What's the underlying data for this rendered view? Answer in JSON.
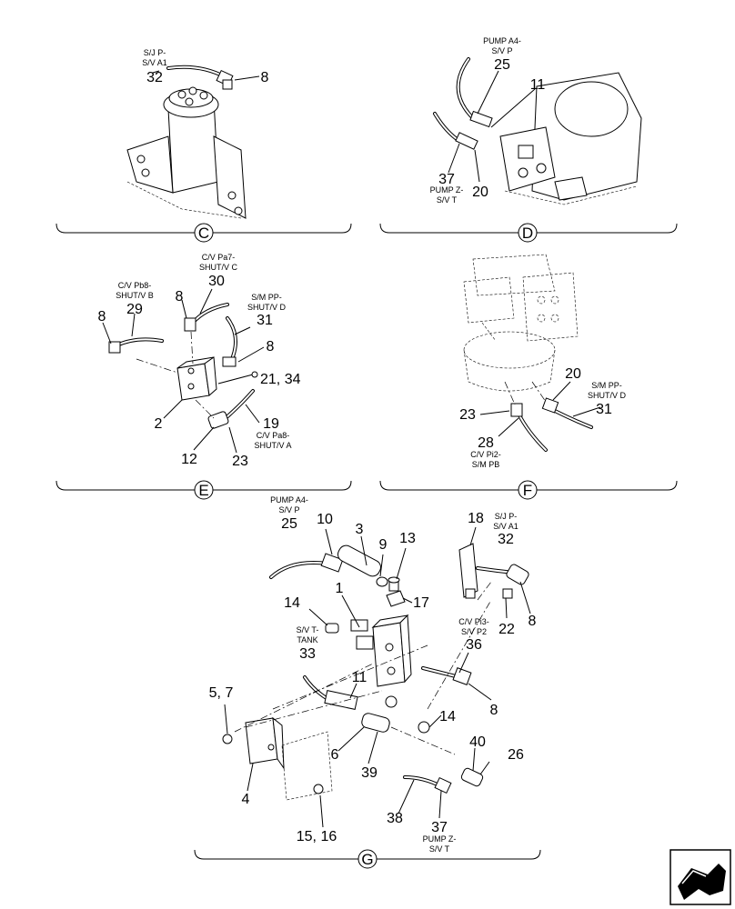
{
  "sections": {
    "C": {
      "letter": "C"
    },
    "D": {
      "letter": "D"
    },
    "E": {
      "letter": "E"
    },
    "F": {
      "letter": "F"
    },
    "G": {
      "letter": "G"
    }
  },
  "C": {
    "hose_label_1": "S/J P-",
    "hose_label_2": "S/V A1",
    "callout_32": "32",
    "callout_8": "8"
  },
  "D": {
    "top_label_1": "PUMP A4-",
    "top_label_2": "S/V P",
    "callout_25": "25",
    "callout_11": "11",
    "callout_37": "37",
    "bottom_label_1": "PUMP Z-",
    "bottom_label_2": "S/V T",
    "callout_20": "20"
  },
  "E": {
    "label_pa7_1": "C/V Pa7-",
    "label_pa7_2": "SHUT/V C",
    "callout_30": "30",
    "label_pb8_1": "C/V Pb8-",
    "label_pb8_2": "SHUT/V B",
    "callout_29": "29",
    "callout_8a": "8",
    "callout_8b": "8",
    "callout_8c": "8",
    "label_pp_1": "S/M PP-",
    "label_pp_2": "SHUT/V D",
    "callout_31": "31",
    "callout_21_34": "21, 34",
    "callout_2": "2",
    "callout_19": "19",
    "label_pa8_1": "C/V Pa8-",
    "label_pa8_2": "SHUT/V A",
    "callout_12": "12",
    "callout_23": "23"
  },
  "F": {
    "callout_20": "20",
    "label_pp_1": "S/M PP-",
    "label_pp_2": "SHUT/V D",
    "callout_31": "31",
    "callout_23": "23",
    "callout_28": "28",
    "label_pi2_1": "C/V Pi2-",
    "label_pi2_2": "S/M PB"
  },
  "G": {
    "label_a4_1": "PUMP A4-",
    "label_a4_2": "S/V P",
    "callout_25": "25",
    "callout_10": "10",
    "callout_3": "3",
    "callout_9": "9",
    "callout_13": "13",
    "callout_18": "18",
    "label_sj_1": "S/J P-",
    "label_sj_2": "S/V A1",
    "callout_32": "32",
    "callout_1": "1",
    "callout_17": "17",
    "callout_14a": "14",
    "label_tank_1": "S/V T-",
    "label_tank_2": "TANK",
    "callout_33": "33",
    "label_pi3_1": "C/V Pi3-",
    "label_pi3_2": "S/V P2",
    "callout_22": "22",
    "callout_8a": "8",
    "callout_36": "36",
    "callout_11": "11",
    "callout_5_7": "5, 7",
    "callout_8b": "8",
    "callout_14b": "14",
    "callout_6": "6",
    "callout_39": "39",
    "callout_40": "40",
    "callout_26": "26",
    "callout_4": "4",
    "callout_38": "38",
    "callout_37": "37",
    "label_z_1": "PUMP Z-",
    "label_z_2": "S/V T",
    "callout_15_16": "15, 16"
  },
  "nav_icon": "next-page-arrow-icon"
}
